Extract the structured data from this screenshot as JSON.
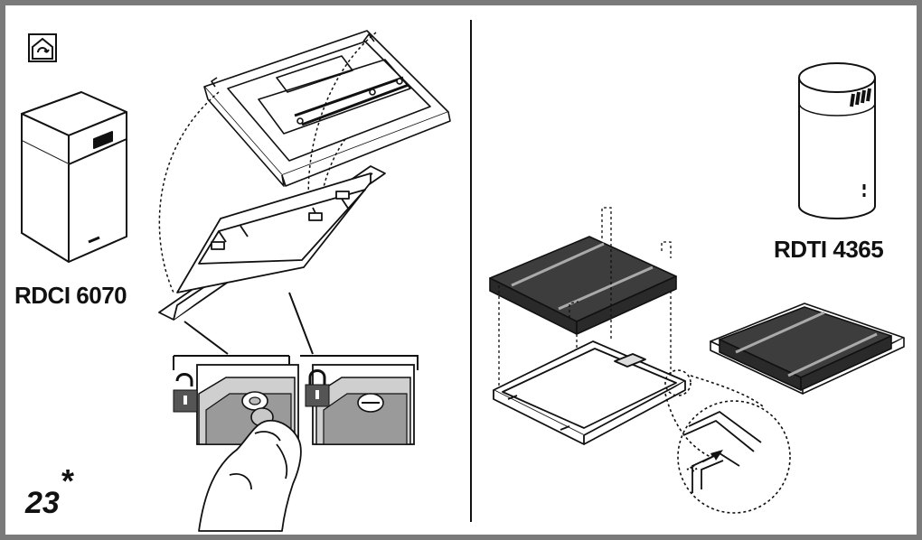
{
  "models": {
    "left": "RDCI 6070",
    "right": "RDTI 4365"
  },
  "step": {
    "number": "23",
    "marker": "*"
  },
  "icons": {
    "recirculation": "house-recirculation-icon",
    "unlocked": "padlock-open-icon",
    "locked": "padlock-closed-icon",
    "arrow": "insert-arrow-icon"
  },
  "colors": {
    "frame": "#7a7a7a",
    "filter": "#3d3d3d",
    "lock_badge": "#555555",
    "line": "#111111"
  }
}
